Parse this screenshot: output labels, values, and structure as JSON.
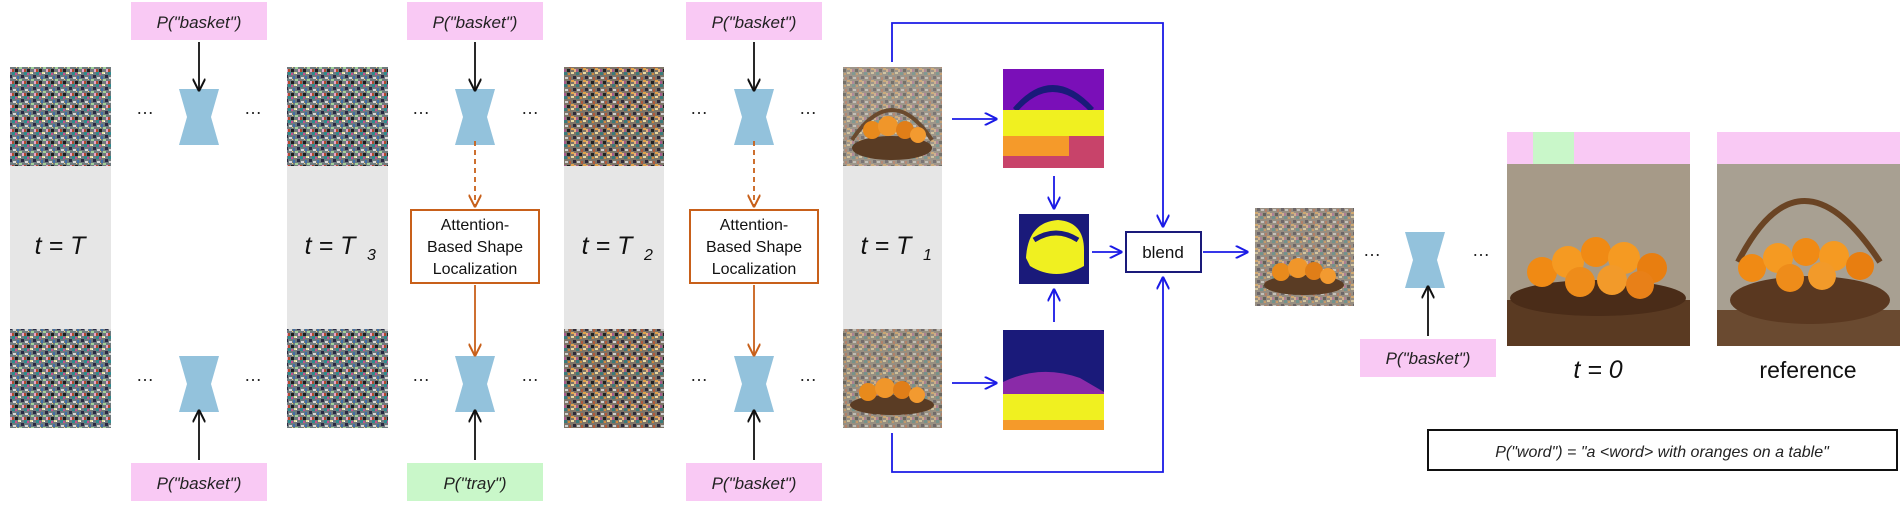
{
  "prompts": {
    "top_1": "P(\"basket\")",
    "top_2": "P(\"basket\")",
    "top_3": "P(\"basket\")",
    "bottom_1": "P(\"basket\")",
    "bottom_2": "P(\"tray\")",
    "bottom_3": "P(\"basket\")",
    "final": "P(\"basket\")"
  },
  "timesteps": {
    "t_T": "t = T",
    "t_T3": "t = T",
    "t_T3_sub": "3",
    "t_T2": "t = T",
    "t_T2_sub": "2",
    "t_T1": "t = T",
    "t_T1_sub": "1",
    "t_0": "t = 0"
  },
  "localization_box": {
    "line1": "Attention-",
    "line2": "Based Shape",
    "line3": "Localization"
  },
  "blend_label": "blend",
  "ellipsis": "…",
  "reference_label": "reference",
  "legend": "P(\"word\") = \"a <word> with oranges on a table\"",
  "colors": {
    "prompt_pink": "#f9c9f4",
    "prompt_green": "#c9f7c9",
    "unet_blue": "#93c2dc",
    "arrow_blue": "#1a1ae6",
    "arrow_orange": "#c8601a",
    "time_panel_gray": "#e6e6e6"
  }
}
